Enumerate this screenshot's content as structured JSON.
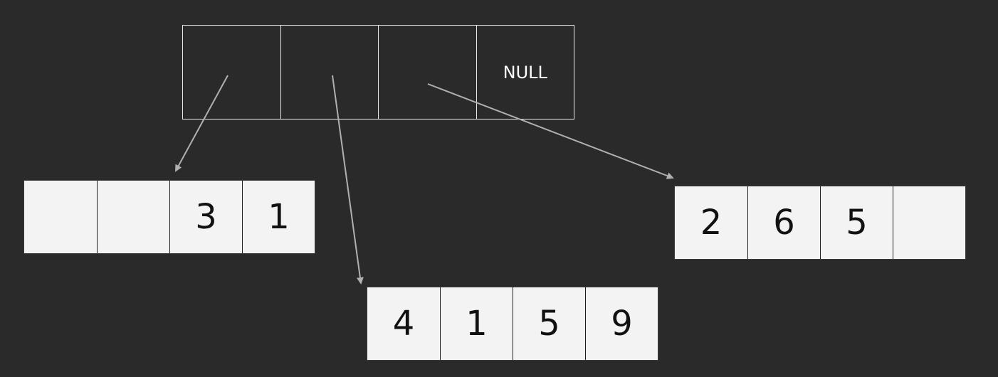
{
  "pointer_table": {
    "cells": [
      "",
      "",
      "",
      "NULL"
    ]
  },
  "blocks": [
    {
      "id": "block-a",
      "cells": [
        "",
        "",
        "3",
        "1"
      ]
    },
    {
      "id": "block-b",
      "cells": [
        "4",
        "1",
        "5",
        "9"
      ]
    },
    {
      "id": "block-c",
      "cells": [
        "2",
        "6",
        "5",
        ""
      ]
    }
  ],
  "colors": {
    "background": "#2a2a2a",
    "table_line": "#e8e8e8",
    "block_fill": "#f3f3f3",
    "arrow": "#b0b0b0"
  }
}
